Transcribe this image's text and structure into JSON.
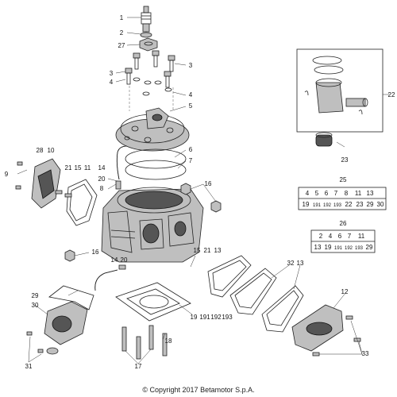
{
  "callouts": {
    "c1": "1",
    "c2": "2",
    "c27": "27",
    "c3a": "3",
    "c3b": "3",
    "c4a": "4",
    "c4b": "4",
    "c5": "5",
    "c6": "6",
    "c7": "7",
    "c8": "8",
    "c9": "9",
    "c10": "10",
    "c28": "28",
    "c21a": "21",
    "c15a": "15",
    "c11a": "11",
    "c14a": "14",
    "c20a": "20",
    "c16a": "16",
    "c16b": "16",
    "c14b": "14",
    "c20b": "20",
    "c15b": "15",
    "c21b": "21",
    "c13a": "13",
    "c29": "29",
    "c30": "30",
    "c31": "31",
    "c17": "17",
    "c18": "18",
    "c19": "19",
    "c191": "191",
    "c192": "192",
    "c193": "193",
    "c32": "32",
    "c13b": "13",
    "c12": "12",
    "c33": "33",
    "c22": "22",
    "c23": "23"
  },
  "kit25": {
    "label": "25",
    "row1": [
      "4",
      "5",
      "6",
      "7",
      "8",
      "11",
      "13"
    ],
    "row2": [
      "19",
      "191",
      "192",
      "193",
      "22",
      "23",
      "29",
      "30"
    ]
  },
  "kit26": {
    "label": "26",
    "row1": [
      "2",
      "4",
      "6",
      "7",
      "11"
    ],
    "row2": [
      "13",
      "19",
      "191",
      "192",
      "193",
      "29"
    ]
  },
  "footer": {
    "copyright": "© Copyright 2017 Betamotor S.p.A."
  }
}
